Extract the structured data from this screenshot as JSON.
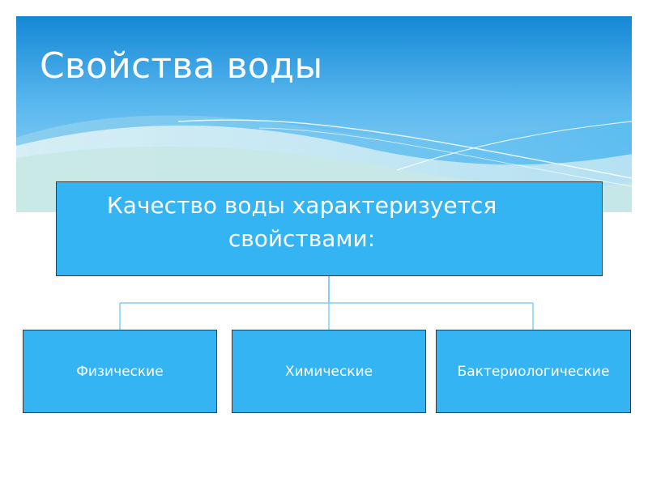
{
  "slide": {
    "title": "Свойства воды"
  },
  "diagram": {
    "root": {
      "line1": "Качество воды характеризуется",
      "line2": "свойствами:"
    },
    "children": [
      {
        "label": "Физические"
      },
      {
        "label": "Химические"
      },
      {
        "label": "Бактериологические"
      }
    ]
  },
  "colors": {
    "node_fill": "#35b4f3",
    "node_border": "#3a3a3a",
    "connector": "#7fd0f2",
    "sky_top": "#1a8fd8",
    "sky_bottom": "#bfe6f7"
  }
}
